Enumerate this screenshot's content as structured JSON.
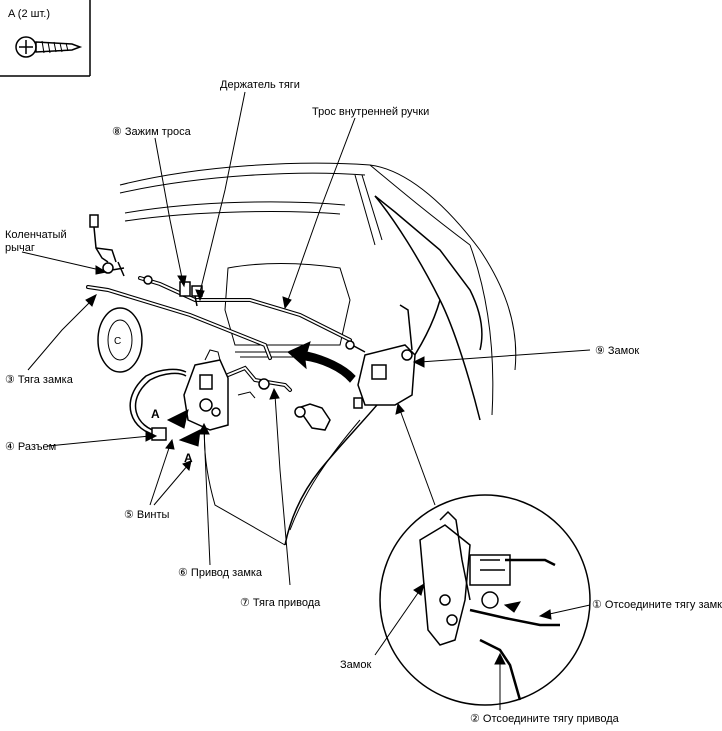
{
  "inset": {
    "label": "A (2 шт.)"
  },
  "labels": {
    "rod_holder": "Держатель тяги",
    "cable_clamp": "⑧ Зажим троса",
    "inner_handle_cable": "Трос внутренней ручки",
    "bellcrank_line1": "Коленчатый",
    "bellcrank_line2": "рычаг",
    "lock_rod": "③ Тяга замка",
    "lock_top": "⑨ Замок",
    "connector": "④ Разъем",
    "screws": "⑤ Винты",
    "actuator": "⑥ Привод замка",
    "actuator_rod": "⑦ Тяга привода",
    "disconnect_lock_rod": "① Отсоедините тягу замка",
    "lock_detail": "Замок",
    "disconnect_actuator_rod": "② Отсоедините тягу привода",
    "marker_a_left": "A",
    "marker_a_bottom": "A"
  }
}
